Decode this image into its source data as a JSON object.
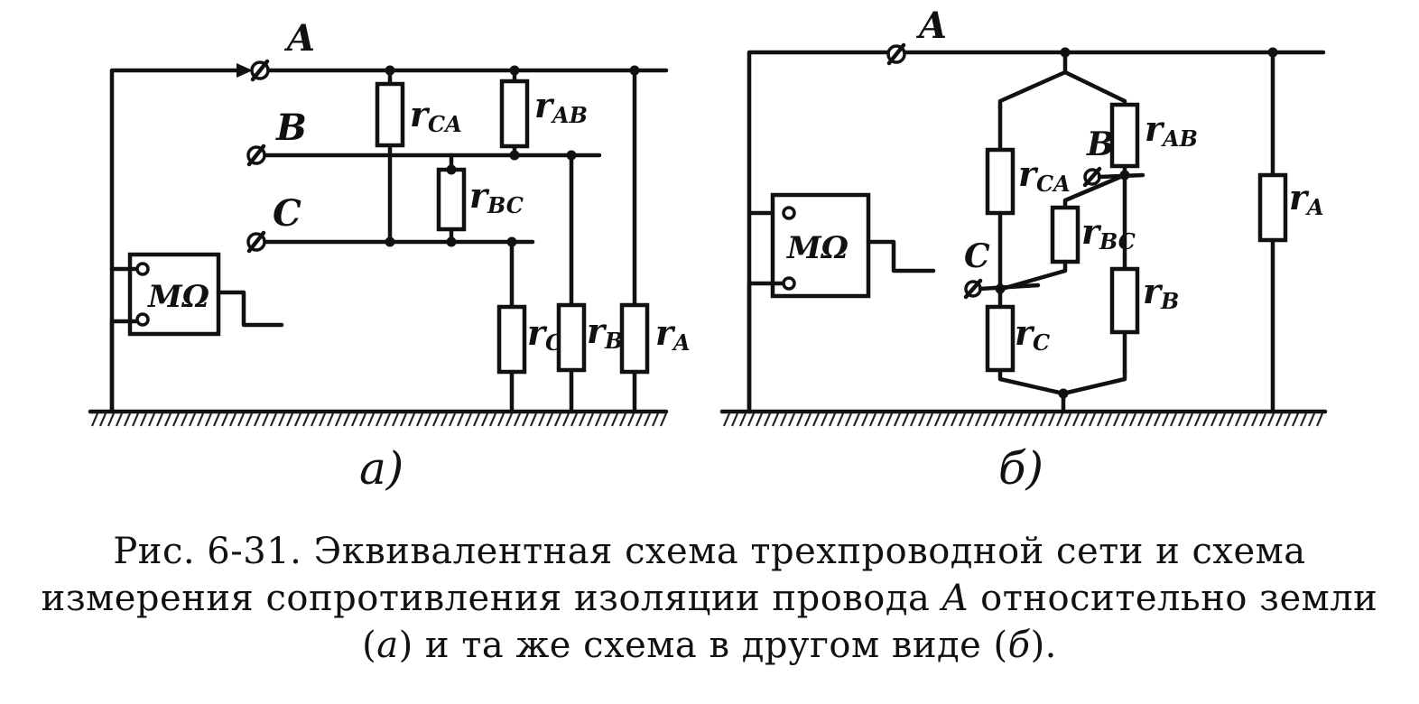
{
  "figure": {
    "panel_a": {
      "letter": "а)",
      "meter": "MΩ",
      "phases": [
        "A",
        "B",
        "C"
      ],
      "resistors": {
        "r_ca": {
          "main": "r",
          "sub": "CA"
        },
        "r_ab": {
          "main": "r",
          "sub": "AB"
        },
        "r_bc": {
          "main": "r",
          "sub": "BC"
        },
        "r_c": {
          "main": "r",
          "sub": "C"
        },
        "r_b": {
          "main": "r",
          "sub": "B"
        },
        "r_a": {
          "main": "r",
          "sub": "A"
        }
      }
    },
    "panel_b": {
      "letter": "б)",
      "meter": "MΩ",
      "phases": [
        "A",
        "B",
        "C"
      ],
      "resistors": {
        "r_ca": {
          "main": "r",
          "sub": "CA"
        },
        "r_ab": {
          "main": "r",
          "sub": "AB"
        },
        "r_bc": {
          "main": "r",
          "sub": "BC"
        },
        "r_c": {
          "main": "r",
          "sub": "C"
        },
        "r_b": {
          "main": "r",
          "sub": "B"
        },
        "r_a": {
          "main": "r",
          "sub": "A"
        }
      }
    },
    "caption": {
      "prefix": "Рис. 6-31. Эквивалентная схема трехпроводной сети и схема измерения сопротивления изоляции провода ",
      "wire": "A",
      "middle1": " относительно земли (",
      "ref_a": "а",
      "middle2": ") и та же схема в другом виде (",
      "ref_b": "б",
      "suffix": ")."
    }
  }
}
